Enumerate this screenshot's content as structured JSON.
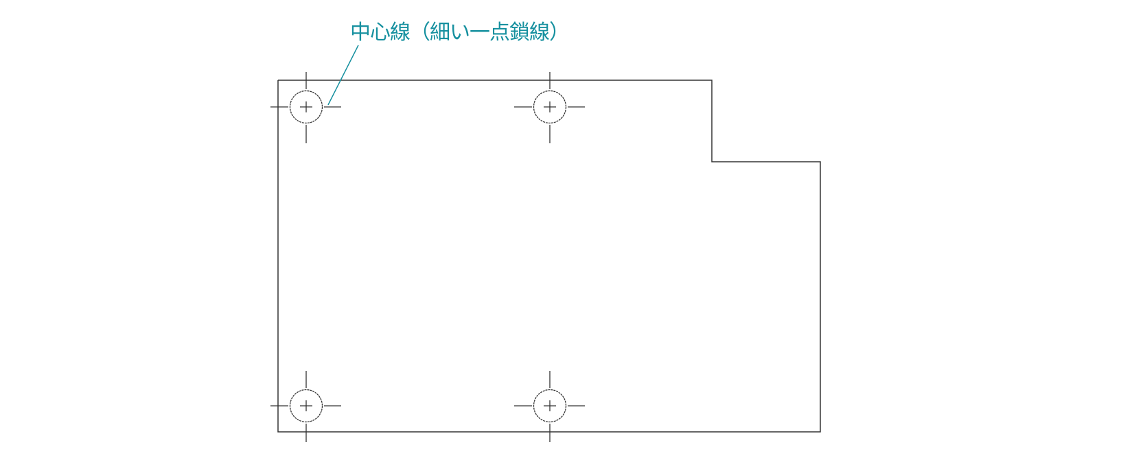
{
  "annotation": {
    "text": "中心線（細い一点鎖線）",
    "color": "#16909f"
  },
  "line_color": "#333333",
  "holes": [
    {
      "name": "hole-top-left"
    },
    {
      "name": "hole-top-right"
    },
    {
      "name": "hole-bottom-left"
    },
    {
      "name": "hole-bottom-right"
    }
  ]
}
